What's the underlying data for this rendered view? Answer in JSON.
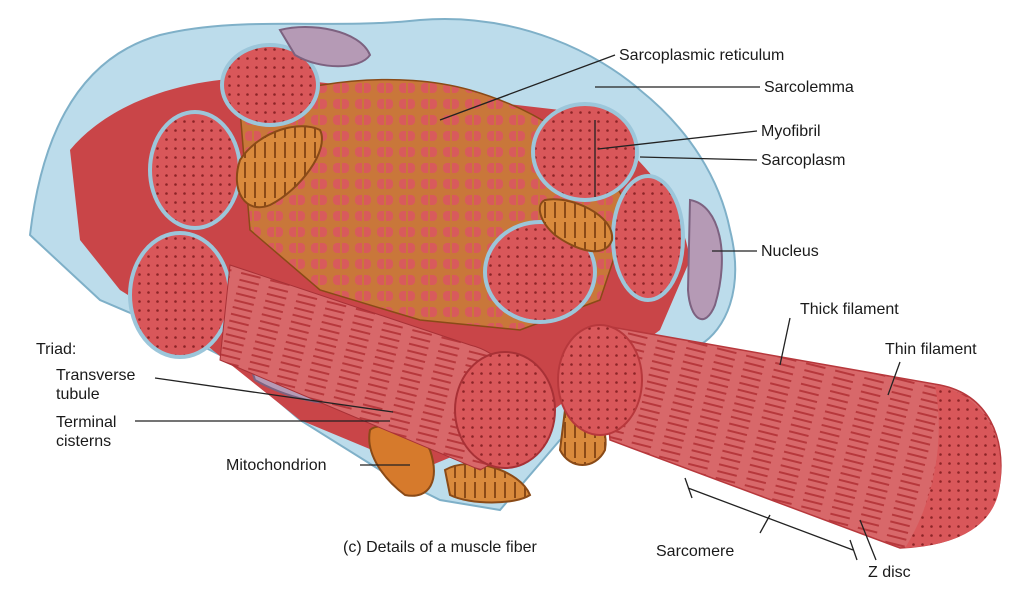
{
  "diagram": {
    "caption": "(c) Details of a muscle fiber",
    "labels": {
      "sarcoplasmic_reticulum": "Sarcoplasmic reticulum",
      "sarcolemma": "Sarcolemma",
      "myofibril": "Myofibril",
      "sarcoplasm": "Sarcoplasm",
      "nucleus": "Nucleus",
      "thick_filament": "Thick filament",
      "thin_filament": "Thin filament",
      "triad": "Triad:",
      "transverse_tubule_1": "Transverse",
      "transverse_tubule_2": "tubule",
      "terminal_cisterns_1": "Terminal",
      "terminal_cisterns_2": "cisterns",
      "mitochondrion": "Mitochondrion",
      "sarcomere": "Sarcomere",
      "z_disc": "Z disc"
    }
  },
  "colors": {
    "membrane": "#9cc6da",
    "muscle_red": "#d24d4f",
    "myofibril_face": "#d9575a",
    "reticulum_orange": "#c9773a",
    "nucleus_purple": "#b59ab5",
    "leader_line": "#222222"
  }
}
